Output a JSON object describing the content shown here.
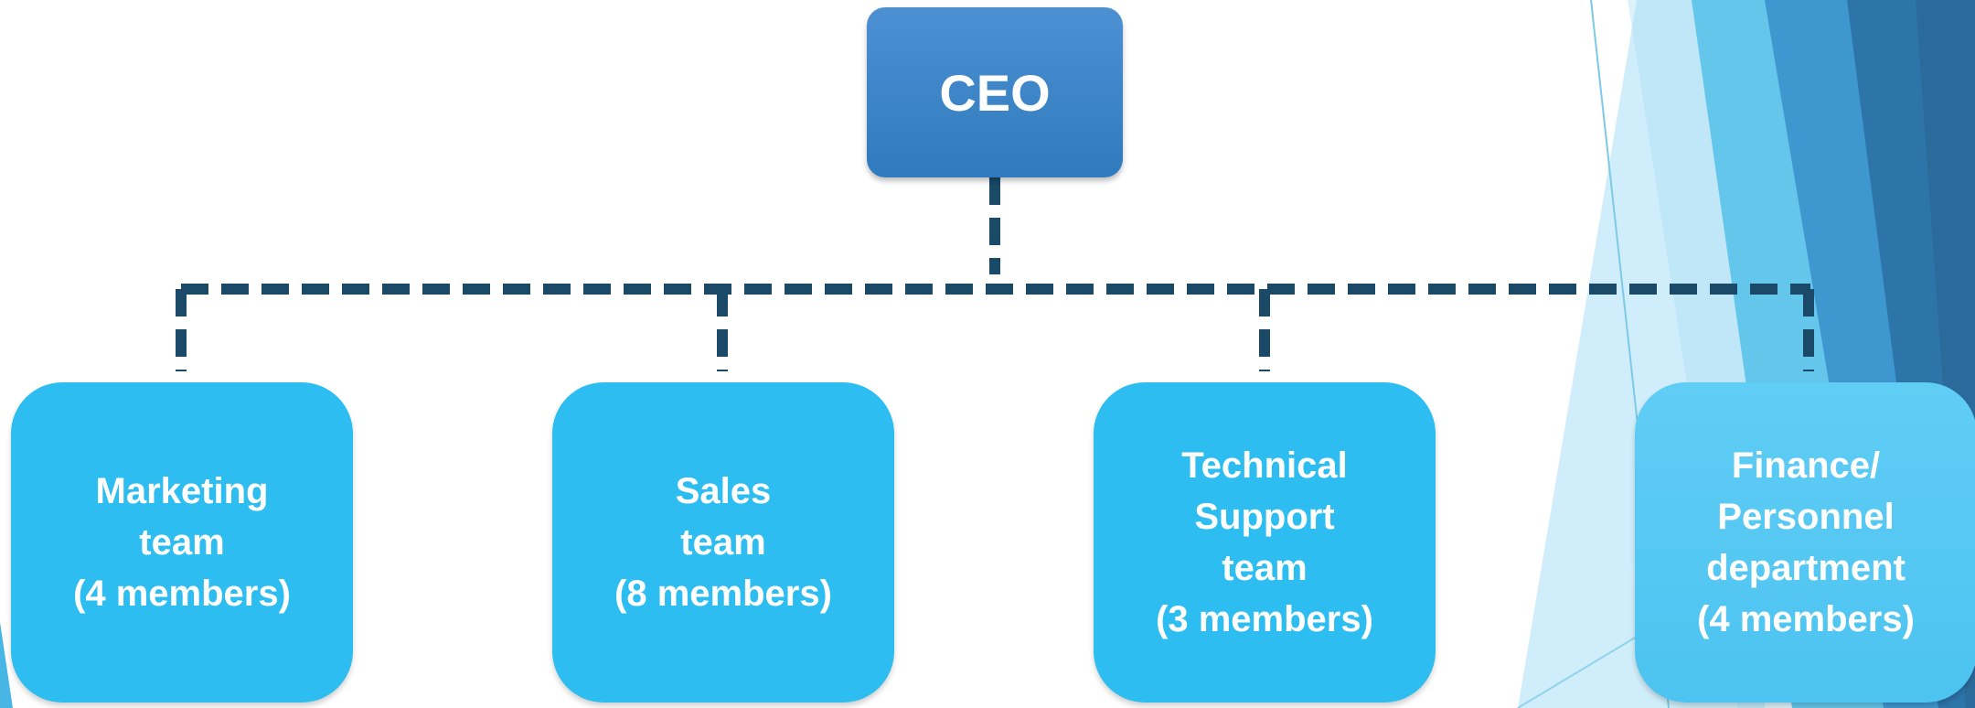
{
  "colors": {
    "ceo_fill": "#3a86c8",
    "team_fill": "#2ebdf0",
    "finance_fill": "#57c9f3",
    "connector": "#1a4a68",
    "text": "#ffffff"
  },
  "ceo": {
    "label": "CEO"
  },
  "teams": [
    {
      "lines": [
        "Marketing",
        "team",
        "(4 members)"
      ]
    },
    {
      "lines": [
        "Sales",
        "team",
        "(8 members)"
      ]
    },
    {
      "lines": [
        "Technical",
        "Support",
        "team",
        "(3 members)"
      ]
    },
    {
      "lines": [
        "Finance/",
        "Personnel",
        "department",
        "(4 members)"
      ]
    }
  ]
}
